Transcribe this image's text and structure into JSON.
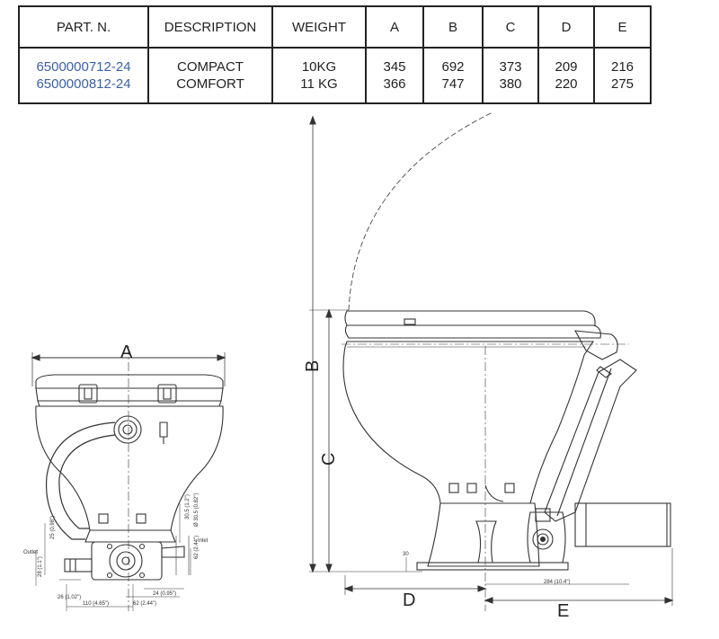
{
  "table": {
    "headers": [
      "PART. N.",
      "DESCRIPTION",
      "WEIGHT",
      "A",
      "B",
      "C",
      "D",
      "E"
    ],
    "rows": [
      {
        "part": "6500000712-24",
        "description": "COMPACT",
        "weight": "10KG",
        "a": "345",
        "b": "692",
        "c": "373",
        "d": "209",
        "e": "216"
      },
      {
        "part": "6500000812-24",
        "description": "COMFORT",
        "weight": "11 KG",
        "a": "366",
        "b": "747",
        "c": "380",
        "d": "220",
        "e": "275"
      }
    ]
  },
  "front_view": {
    "dim_a": "A",
    "outlet_label": "Outlet",
    "inlet_label": "Inlet",
    "dim_110": "110 (4.65\")",
    "dim_62": "62 (2.44\")",
    "dim_24": "24 (0.95\")",
    "dim_26": "26 (1.02\")",
    "dim_28": "28 (1.1\")",
    "dim_25": "25 (0.98\")",
    "dim_30": "30.5 (1.2\")",
    "dim_62v": "62 (2.44\")",
    "dim_173": "Ø 30.5 (0.82\")"
  },
  "side_view": {
    "dim_b": "B",
    "dim_c": "C",
    "dim_d": "D",
    "dim_e": "E",
    "dim_284": "284 (10.4\")",
    "dim_30": "30"
  },
  "colors": {
    "line": "#333333",
    "part_number": "#3a5fa8"
  }
}
